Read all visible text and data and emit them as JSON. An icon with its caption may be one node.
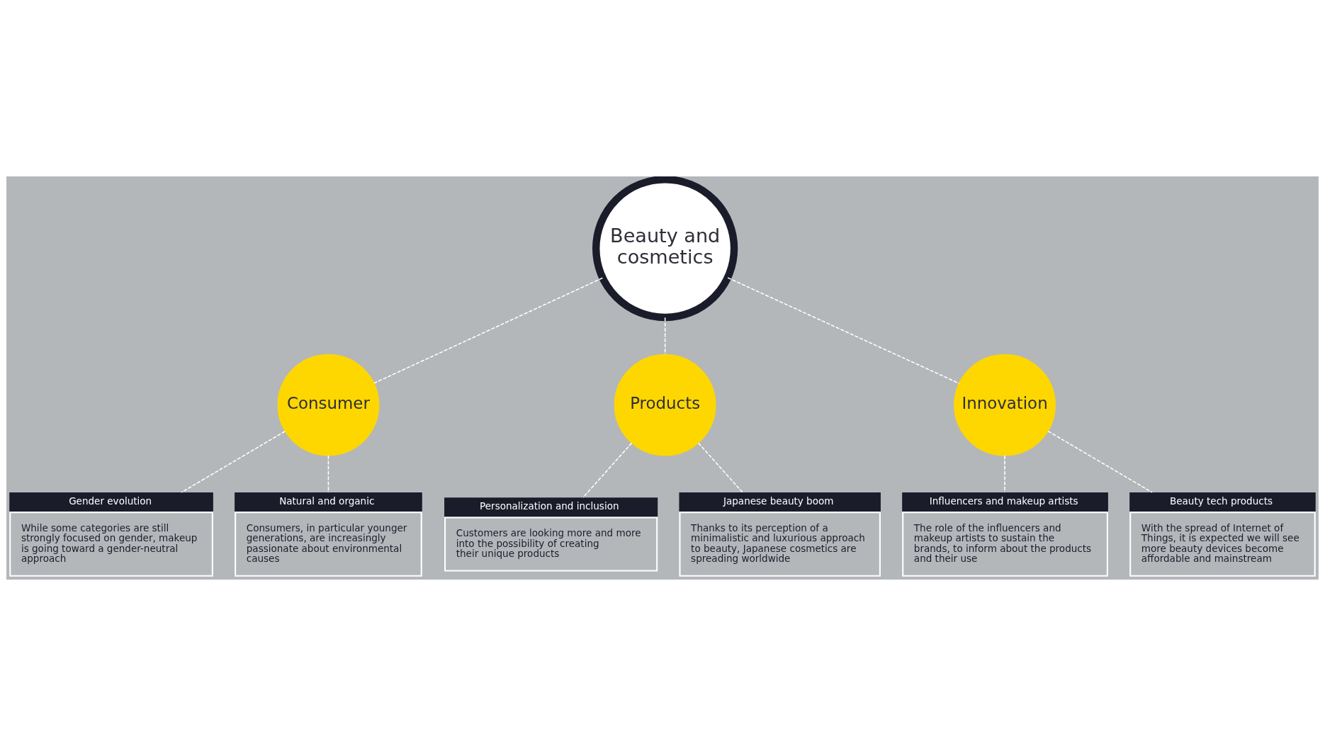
{
  "diagram": {
    "nodes": [
      {
        "text": [
          "Beauty and cosmetics"
        ]
      },
      {
        "text": [
          "Consumer"
        ]
      },
      {
        "text": [
          "Products"
        ]
      },
      {
        "text": [
          "Innovation"
        ]
      },
      {
        "text": [
          "Gender evolution",
          "While some categories are still strongly focused on gender, makeup is going toward a gender-neutral approach"
        ]
      },
      {
        "text": [
          "Natural and organic",
          "Consumers, in particular younger generations, are increasingly passionate about environmental causes"
        ]
      },
      {
        "text": [
          "Influencers and makeup artists",
          "The role of the influencers and makeup artists to sustain the brands, to inform about the products and their use"
        ]
      },
      {
        "text": [
          "Beauty tech products",
          "With the spread of Internet of Things, it is expected we will see more beauty devices become affordable and mainstream"
        ]
      },
      {
        "text": [
          "Personalization and inclusion",
          "Customers are looking more and more into the possibility of creating their unique products"
        ]
      },
      {
        "text": [
          "Japanese beauty boom",
          "Thanks to its perception of a minimalistic and luxurious approach to beauty, Japanese cosmetics are spreading worldwide"
        ]
      }
    ],
    "edges": [
      {
        "from": 0,
        "to": 1,
        "arrow": "none",
        "style": "dashed"
      },
      {
        "from": 0,
        "to": 2,
        "arrow": "none",
        "style": "dashed"
      },
      {
        "from": 0,
        "to": 3,
        "arrow": "none",
        "style": "dashed"
      },
      {
        "from": 1,
        "to": 4,
        "arrow": "none",
        "style": "dashed"
      },
      {
        "from": 1,
        "to": 5,
        "arrow": "none",
        "style": "dashed"
      },
      {
        "from": 3,
        "to": 6,
        "arrow": "none",
        "style": "dashed"
      },
      {
        "from": 3,
        "to": 7,
        "arrow": "none",
        "style": "dashed"
      },
      {
        "from": 2,
        "to": 8,
        "arrow": "none",
        "style": "dashed"
      },
      {
        "from": 2,
        "to": 9,
        "arrow": "none",
        "style": "dashed"
      }
    ]
  }
}
